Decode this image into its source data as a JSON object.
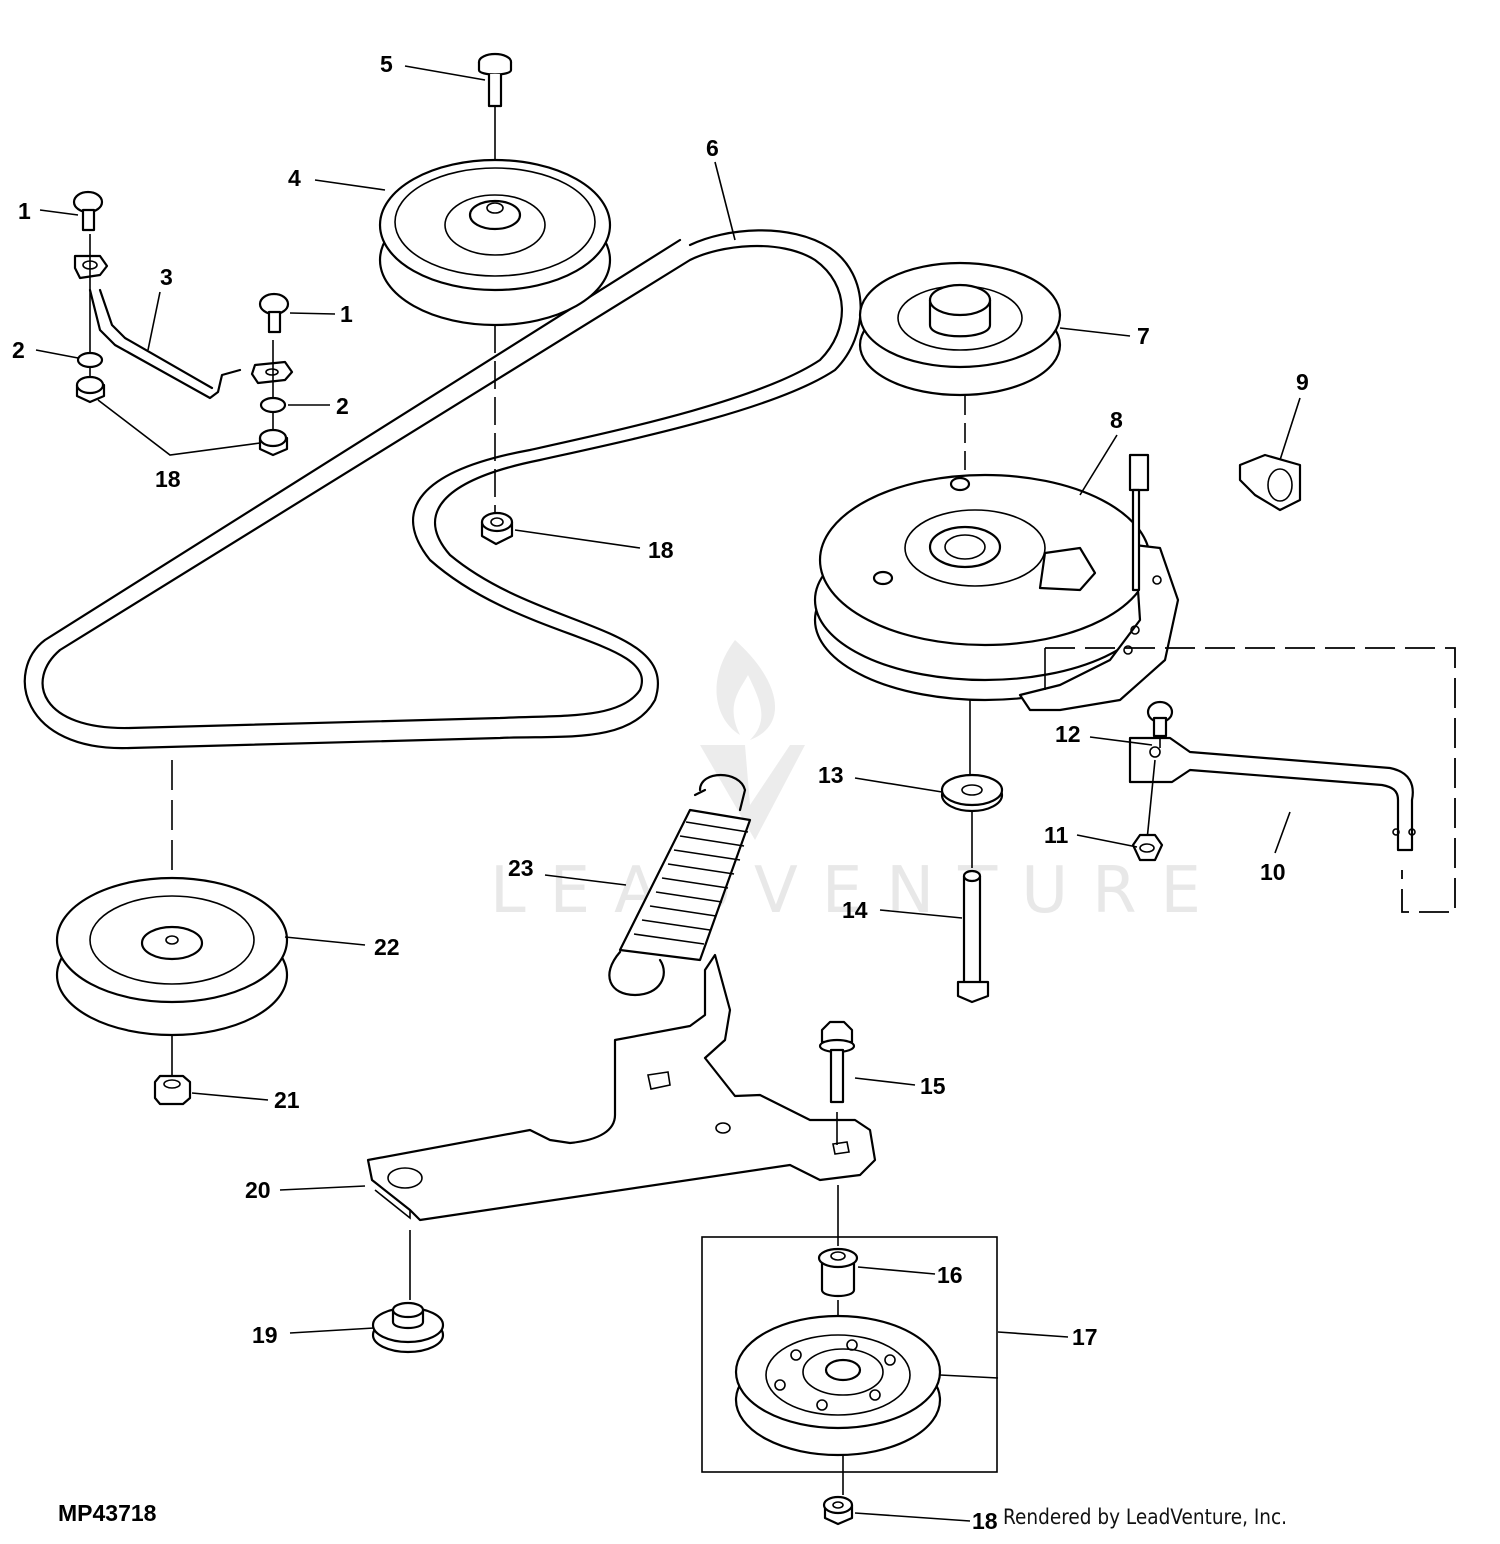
{
  "diagram": {
    "figure_id": "MP43718",
    "credit": "Rendered by LeadVenture, Inc.",
    "watermark": "LEADVENTURE",
    "callouts": [
      {
        "key": "c1a",
        "label": "1",
        "part": "carriage bolt"
      },
      {
        "key": "c1b",
        "label": "1",
        "part": "carriage bolt"
      },
      {
        "key": "c2a",
        "label": "2",
        "part": "lock washer"
      },
      {
        "key": "c2b",
        "label": "2",
        "part": "lock washer"
      },
      {
        "key": "c3",
        "label": "3",
        "part": "belt guide rod"
      },
      {
        "key": "c4",
        "label": "4",
        "part": "idler pulley"
      },
      {
        "key": "c5",
        "label": "5",
        "part": "bolt"
      },
      {
        "key": "c6",
        "label": "6",
        "part": "drive belt"
      },
      {
        "key": "c7",
        "label": "7",
        "part": "pulley"
      },
      {
        "key": "c8",
        "label": "8",
        "part": "electric PTO clutch"
      },
      {
        "key": "c9",
        "label": "9",
        "part": "connector"
      },
      {
        "key": "c10",
        "label": "10",
        "part": "anti-rotation bracket"
      },
      {
        "key": "c11",
        "label": "11",
        "part": "nut"
      },
      {
        "key": "c12",
        "label": "12",
        "part": "bolt"
      },
      {
        "key": "c13",
        "label": "13",
        "part": "washer"
      },
      {
        "key": "c14",
        "label": "14",
        "part": "bolt"
      },
      {
        "key": "c15",
        "label": "15",
        "part": "flange bolt"
      },
      {
        "key": "c16",
        "label": "16",
        "part": "bushing"
      },
      {
        "key": "c17",
        "label": "17",
        "part": "idler pulley kit"
      },
      {
        "key": "c18a",
        "label": "18",
        "part": "flange nut"
      },
      {
        "key": "c18b",
        "label": "18",
        "part": "flange nut"
      },
      {
        "key": "c18c",
        "label": "18",
        "part": "flange nut"
      },
      {
        "key": "c19",
        "label": "19",
        "part": "spacer"
      },
      {
        "key": "c20",
        "label": "20",
        "part": "idler arm"
      },
      {
        "key": "c21",
        "label": "21",
        "part": "nut"
      },
      {
        "key": "c22",
        "label": "22",
        "part": "pulley"
      },
      {
        "key": "c23",
        "label": "23",
        "part": "extension spring"
      }
    ]
  }
}
